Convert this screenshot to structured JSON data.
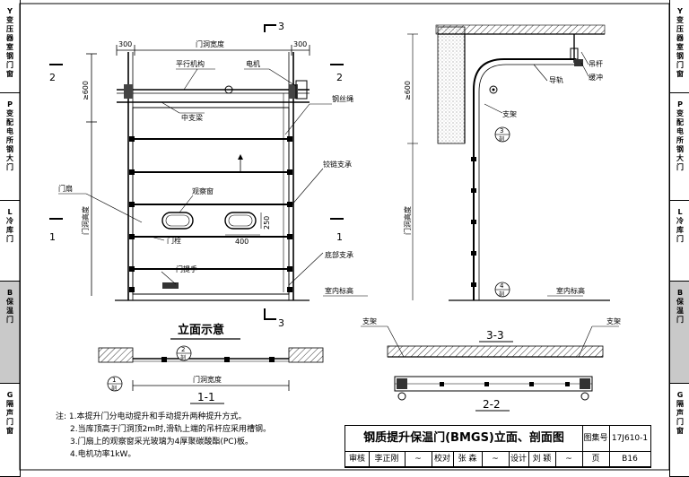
{
  "sidebar_left": [
    {
      "text": "Y变压器室钢门窗"
    },
    {
      "text": "P变配电所钢大门"
    },
    {
      "text": "L冷库门"
    },
    {
      "text": "B保温门",
      "active": true
    },
    {
      "text": "G隔声门窗"
    }
  ],
  "sidebar_right": [
    {
      "text": "Y变压器室钢门窗"
    },
    {
      "text": "P变配电所钢大门"
    },
    {
      "text": "L冷库门"
    },
    {
      "text": "B保温门",
      "active": true
    },
    {
      "text": "G隔声门窗"
    }
  ],
  "elevation": {
    "dim_300_left": "300",
    "dim_300_right": "300",
    "width_label": "门洞宽度",
    "height_label": "门洞高度",
    "over_600": "≥600",
    "section_3_top": "3",
    "section_3_bottom": "3",
    "section_2_left": "2",
    "section_2_right": "2",
    "section_1_left": "1",
    "section_1_right": "1",
    "label_parallel": "平行机构",
    "label_motor": "电机",
    "label_mid_beam": "中支梁",
    "label_wire": "钢丝绳",
    "label_hinge": "铰链支承",
    "label_window": "观察窗",
    "label_leaf": "门扇",
    "label_bolt": "门栓",
    "label_handle": "门提手",
    "label_bottom": "底部支承",
    "label_floor": "室内标高",
    "dim_250": "250",
    "dim_400": "400",
    "caption": "立面示意"
  },
  "section_view": {
    "over_600": "≥600",
    "height_label": "门洞高度",
    "label_hanger": "吊杆",
    "label_buffer": "缓冲",
    "label_rail": "导轨",
    "label_support": "支架",
    "label_floor": "室内标高",
    "bubble3_top": "3",
    "bubble3_bottom": "剖",
    "bubble4_top": "4",
    "bubble4_bottom": "剖"
  },
  "plan_1_1": {
    "caption": "1-1",
    "width_label": "门洞宽度",
    "bubble2_top": "2",
    "bubble2_bottom": "剖",
    "bubble1_top": "1",
    "bubble1_bottom": "剖"
  },
  "section_3_3": {
    "caption": "3-3",
    "label_support_l": "支架",
    "label_support_r": "支架"
  },
  "section_2_2": {
    "caption": "2-2"
  },
  "notes": {
    "prefix": "注:",
    "items": [
      "1.本提升门分电动提升和手动提升两种提升方式。",
      "2.当库顶高于门洞顶2m时,滑轨上端的吊杆应采用槽钢。",
      "3.门扇上的观察窗采光玻璃为4厚聚碳酸酯(PC)板。",
      "4.电机功率1kW。"
    ]
  },
  "title_block": {
    "title": "钢质提升保温门(BMGS)立面、剖面图",
    "atlas_label": "图集号",
    "atlas_no": "17J610-1",
    "review_label": "审核",
    "reviewer": "李正刚",
    "check_label": "校对",
    "checker": "张 森",
    "design_label": "设计",
    "designer": "刘 颖",
    "page_label": "页",
    "page_no": "B16"
  }
}
